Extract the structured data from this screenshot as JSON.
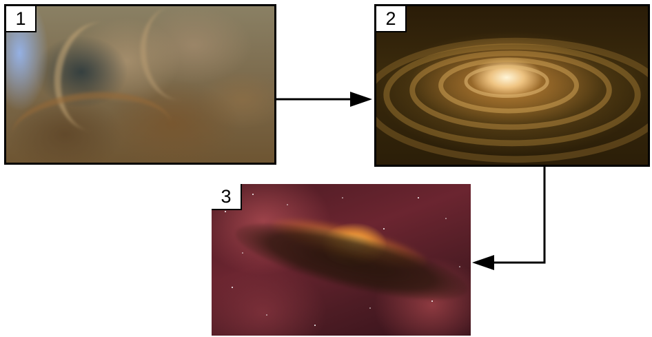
{
  "panels": [
    {
      "label": "1",
      "picture": "nebula"
    },
    {
      "label": "2",
      "picture": "protoplanetary-disk"
    },
    {
      "label": "3",
      "picture": "edge-on-disk"
    }
  ],
  "connectors": [
    {
      "from": "1",
      "to": "2"
    },
    {
      "from": "2",
      "to": "3"
    }
  ],
  "colors": {
    "frame": "#000000",
    "arrow": "#000000",
    "label_background": "#ffffff"
  }
}
